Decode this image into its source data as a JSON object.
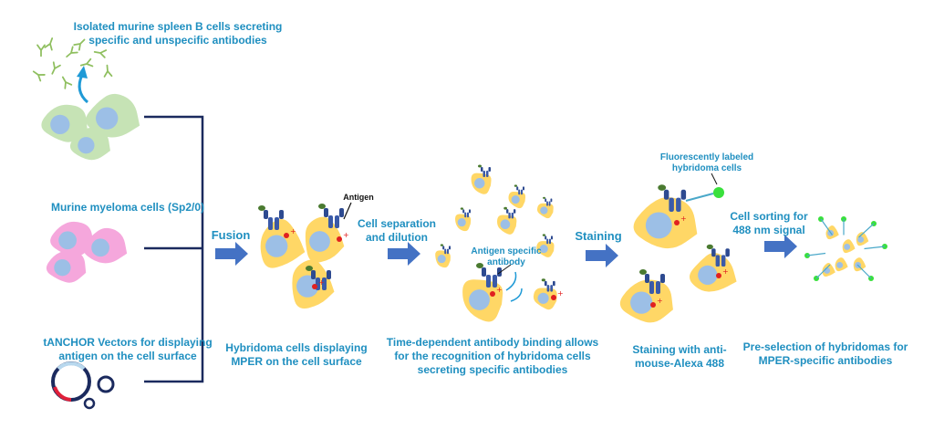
{
  "labels": {
    "bcells": "Isolated murine spleen B cells secreting\nspecific and unspecific antibodies",
    "myeloma": "Murine myeloma  cells (Sp2/0)",
    "tanchor": "tANCHOR Vectors for displaying\nantigen on the cell surface",
    "fusion": "Fusion",
    "antigen": "Antigen",
    "hybridoma_display": "Hybridoma  cells displaying\nMPER on the cell surface",
    "separation": "Cell separation\nand dilution",
    "antigen_specific": "Antigen specific\nantibody",
    "time_dependent": "Time-dependent antibody binding allows\nfor the recognition of hybridoma cells\nsecreting specific antibodies",
    "staining": "Staining",
    "fluorescent": "Fluorescently labeled\nhybridoma cells",
    "staining_with": "Staining with anti-\nmouse-Alexa 488",
    "sorting": "Cell sorting for\n488 nm signal",
    "preselection": "Pre-selection of hybridomas for\nMPER-specific antibodies"
  },
  "colors": {
    "text": "#1f8fc0",
    "arrow": "#4472c4",
    "bracket": "#1b2a5e",
    "bcell": "#c6e3b5",
    "myeloma": "#f5a7dc",
    "hybridoma": "#ffd766",
    "nucleus": "#9cbfe6",
    "antibody": "#3a5aa8",
    "antigen": "#4a7a30",
    "star": "#e02020",
    "fluor": "#39e03c"
  }
}
